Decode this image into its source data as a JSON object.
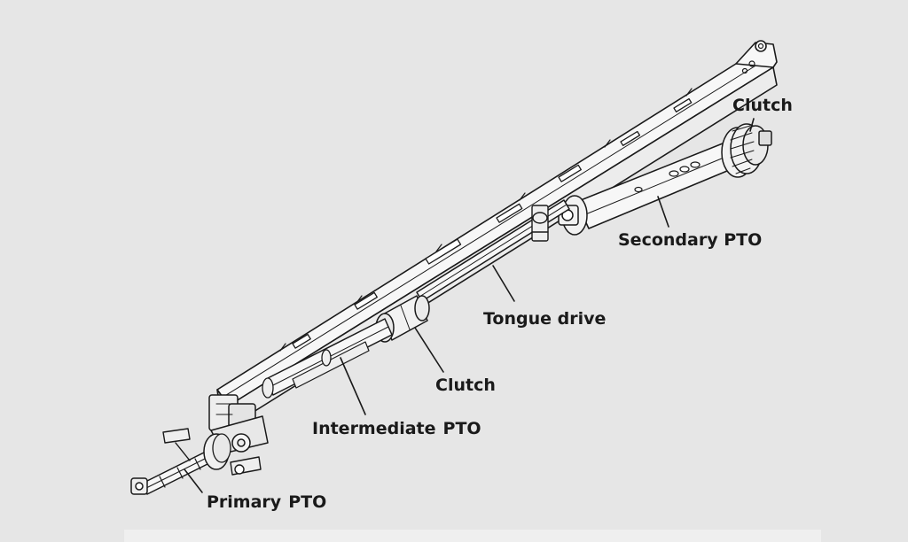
{
  "labels": {
    "clutch_top": "Clutch",
    "secondary_pto": "Secondary PTO",
    "tongue_drive": "Tongue drive",
    "clutch_mid": "Clutch",
    "intermediate_a": "Intermediate",
    "intermediate_b": "PTO",
    "primary_a": "Primary",
    "primary_b": "PTO"
  },
  "colors": {
    "background": "#e6e6e6",
    "line": "#1a1a1a",
    "fill": "#f7f7f7"
  }
}
